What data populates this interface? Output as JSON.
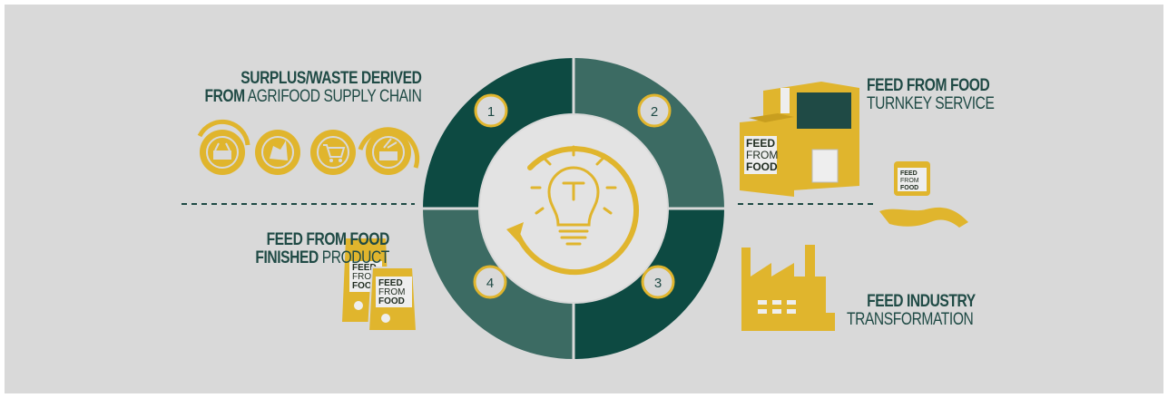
{
  "colors": {
    "background": "#d9d9d9",
    "dark_teal": "#0d4a42",
    "mid_teal": "#3c6b63",
    "gold": "#e0b52d",
    "text": "#1f4a45",
    "light": "#e3e3e3"
  },
  "steps": [
    {
      "number": "1",
      "bold": "SURPLUS/WASTE DERIVED",
      "bold2": "FROM",
      "regular": "AGRIFOOD SUPPLY CHAIN"
    },
    {
      "number": "2",
      "bold": "FEED FROM FOOD",
      "regular": "TURNKEY SERVICE"
    },
    {
      "number": "3",
      "bold": "FEED INDUSTRY",
      "regular": "TRANSFORMATION"
    },
    {
      "number": "4",
      "bold": "FEED  FROM FOOD",
      "bold2": "FINISHED",
      "regular": "PRODUCT"
    }
  ],
  "brand": {
    "line1": "FEED",
    "line2": "FROM",
    "line3": "FOOD"
  },
  "icons": [
    "basket-icon",
    "harvest-icon",
    "cart-icon",
    "pot-icon",
    "lightbulb-icon",
    "cycle-arrow-icon",
    "machine-icon",
    "hand-jar-icon",
    "factory-icon",
    "feed-bag-icon"
  ]
}
